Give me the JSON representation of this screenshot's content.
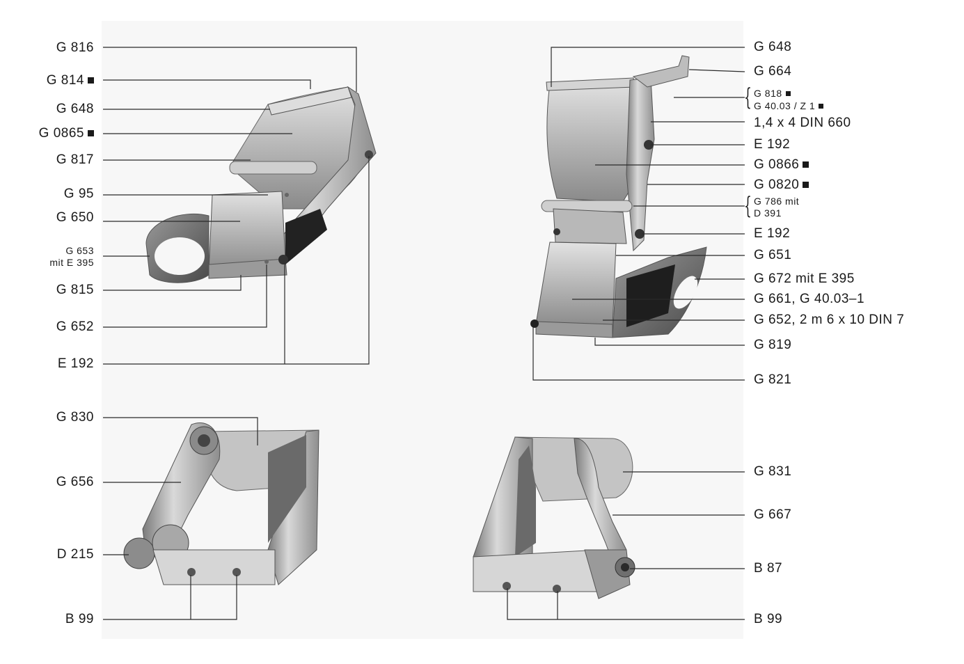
{
  "labels": {
    "tl": [
      "G 816",
      "G 814",
      "G 648",
      "G 0865",
      "G 817",
      "G 95",
      "G 650",
      "G 815",
      "G 652",
      "E 192"
    ],
    "tl_653": [
      "G 653",
      "mit E 395"
    ],
    "tr": [
      "G 648",
      "G 664",
      "1,4 x 4  DIN 660",
      "E 192",
      "G 0866",
      "G 0820",
      "E 192",
      "G 651",
      "G 672  mit  E 395",
      "G 661,  G  40.03–1",
      "G 652,  2 m 6 x 10  DIN 7",
      "G 819",
      "G 821"
    ],
    "tr_818": [
      "G  818",
      "G  40.03 / Z  1"
    ],
    "tr_786": [
      "G  786  mit",
      "D  391"
    ],
    "bl": [
      "G 830",
      "G 656",
      "D 215",
      "B 99"
    ],
    "br": [
      "G 831",
      "G 667",
      "B 87",
      "B 99"
    ]
  },
  "colors": {
    "line": "#2a2a2a",
    "metal": "#b9b9b9",
    "metal_dark": "#6f6f6f",
    "metal_light": "#e6e6e6",
    "shadow": "#151515"
  }
}
